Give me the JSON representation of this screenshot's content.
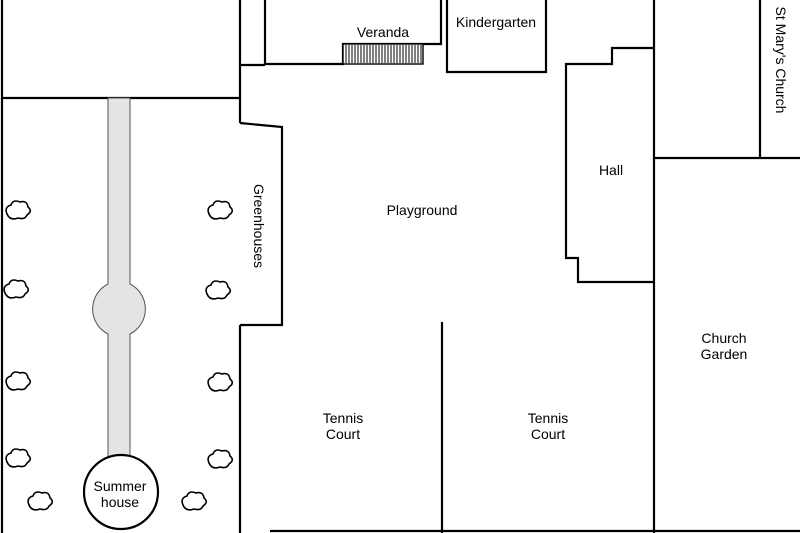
{
  "labels": {
    "veranda": "Veranda",
    "kindergarten": "Kindergarten",
    "church": "St Mary's Church",
    "hall": "Hall",
    "greenhouses": "Greenhouses",
    "playground": "Playground",
    "church_garden": [
      "Church",
      "Garden"
    ],
    "tennis_court_1": [
      "Tennis",
      "Court"
    ],
    "tennis_court_2": [
      "Tennis",
      "Court"
    ],
    "summer_house": [
      "Summer",
      "house"
    ]
  },
  "colors": {
    "ink": "#000000",
    "path": "#e4e4e4",
    "background": "#ffffff"
  }
}
